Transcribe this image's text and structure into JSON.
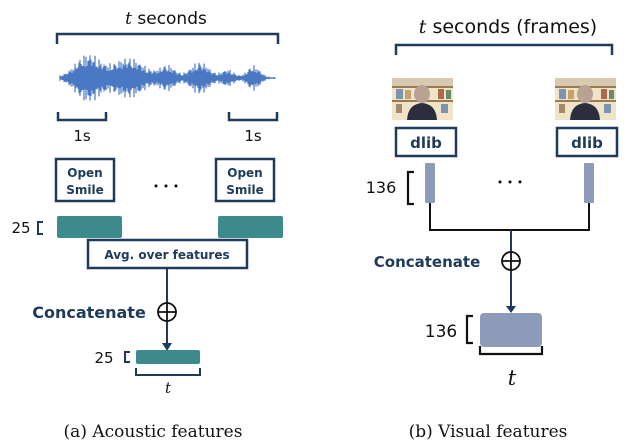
{
  "colors": {
    "navy": "#1f3a5a",
    "teal": "#3d8a8d",
    "slate": "#8d9ab8",
    "wave": "#4a78c2"
  },
  "acoustic": {
    "duration_label_var": "t",
    "duration_label_text": " seconds",
    "window_left": "1s",
    "window_right": "1s",
    "box_left": [
      "Open",
      "Smile"
    ],
    "box_right": [
      "Open",
      "Smile"
    ],
    "ellipsis": "• • •",
    "feature_dim": "25",
    "avg_label": "Avg. over features",
    "concat_label": "Concatenate",
    "out_dim": "25",
    "out_len": "t",
    "caption": "(a) Acoustic features"
  },
  "visual": {
    "duration_label_var": "t",
    "duration_label_text": " seconds (frames)",
    "box_left": "dlib",
    "box_right": "dlib",
    "ellipsis": "• • •",
    "feature_dim": "136",
    "concat_label": "Concatenate",
    "out_dim": "136",
    "out_len": "t",
    "caption": "(b) Visual features"
  }
}
